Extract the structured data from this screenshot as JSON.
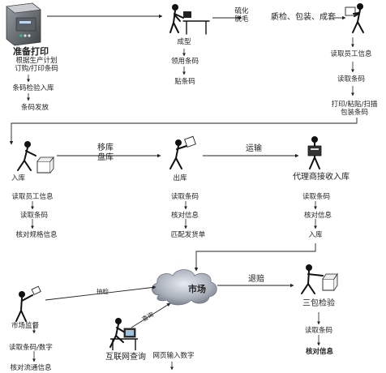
{
  "stage1": {
    "printer": "准备打印",
    "plan": "根据生产计划",
    "print_order": "订购/打印条码",
    "inspect_in": "条码检验入库",
    "issue": "条码发放"
  },
  "stage2": {
    "label": "成型",
    "receive": "领用条码",
    "stick": "贴条码"
  },
  "vulcanize": "硫化\n脱毛",
  "qc_pack": "质检、包装、成套",
  "stage3": {
    "read_staff": "读取员工信息",
    "read_code": "读取条码",
    "print_stick": "打印/粘贴/扫描\n包装条码"
  },
  "stage4": {
    "label": "入库",
    "read_staff": "读取员工信息",
    "read_code": "读取条码",
    "check_spec": "核对规格信息"
  },
  "move_label": "移库\n盘库",
  "stage5": {
    "label": "出库",
    "read_code": "读取条码",
    "check_info": "核对信息",
    "match_ship": "匹配发货单"
  },
  "transport": "运输",
  "stage6": {
    "label": "代理商接收入库",
    "read_code": "读取条码",
    "check_info": "核对信息",
    "inbound": "入库"
  },
  "market": "市场",
  "spot_check": "抽检",
  "return_label": "退赔",
  "stage7": {
    "label": "三包检验",
    "read_code": "读取条码",
    "check_info": "核对信息"
  },
  "stage8": {
    "label": "市场监督",
    "read_code_num": "读取条码/数字",
    "check_flow": "核对流通信息"
  },
  "query": "查询",
  "stage9": {
    "label": "互联网查询",
    "web_input": "网页输入数字"
  }
}
